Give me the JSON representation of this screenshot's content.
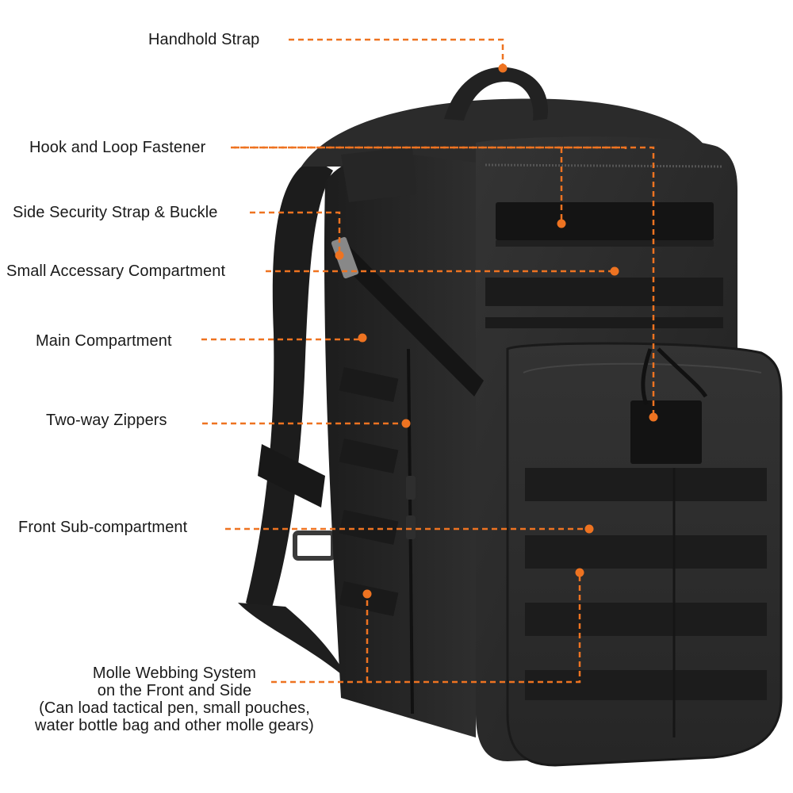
{
  "infographic": {
    "subject": "Tactical backpack feature callouts",
    "accent_color": "#ee7321",
    "text_color": "#1a1a1a",
    "bag_color": "#2a2a2a",
    "callouts": [
      {
        "id": "handhold",
        "label": "Handhold Strap"
      },
      {
        "id": "hook-loop",
        "label": "Hook and Loop Fastener"
      },
      {
        "id": "side-strap",
        "label": "Side Security Strap & Buckle"
      },
      {
        "id": "small-accessory",
        "label": "Small Accessary Compartment"
      },
      {
        "id": "main",
        "label": "Main Compartment"
      },
      {
        "id": "zippers",
        "label": "Two-way Zippers"
      },
      {
        "id": "front-sub",
        "label": "Front Sub-compartment"
      },
      {
        "id": "molle",
        "label_lines": [
          "Molle Webbing System",
          "on the Front and Side",
          "(Can load tactical pen, small pouches,",
          "water bottle bag and other molle gears)"
        ]
      }
    ]
  }
}
